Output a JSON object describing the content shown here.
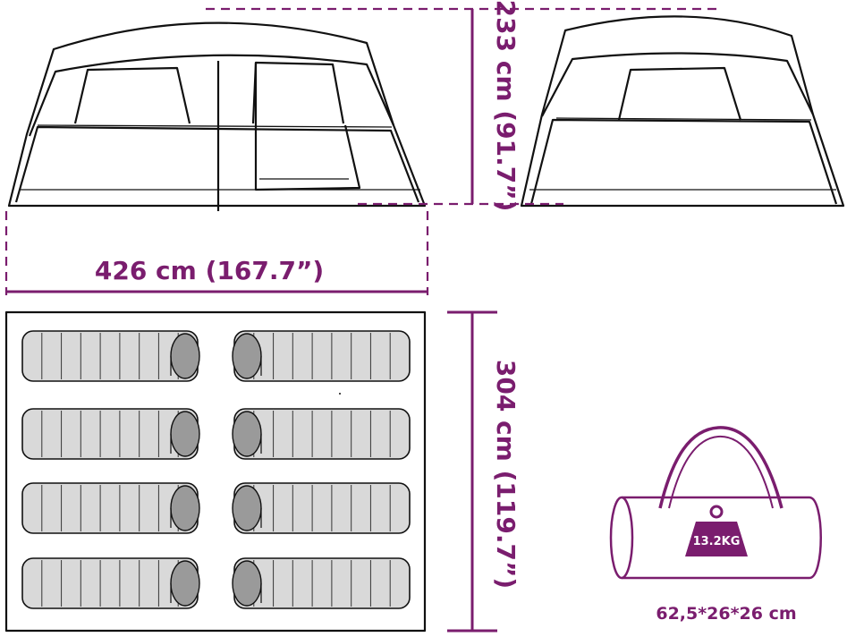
{
  "dimensions": {
    "height_label": "233 cm (91.7”)",
    "width_label": "426 cm (167.7”)",
    "depth_label": "304 cm (119.7”)"
  },
  "bag": {
    "size_label": "62,5*26*26 cm",
    "weight_label": "13.2KG"
  },
  "sleeping_bags": {
    "rows": 4,
    "columns": 2
  },
  "colors": {
    "accent": "#7a1d6e",
    "line": "#111111",
    "bag_fill": "#d9d9d9",
    "hood_fill": "#9a9a9a"
  }
}
